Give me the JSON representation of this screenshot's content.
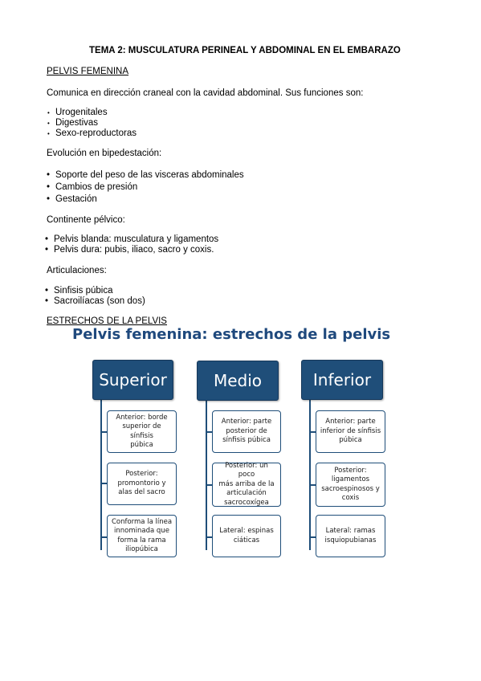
{
  "document": {
    "title": "TEMA 2: MUSCULATURA PERINEAL Y ABDOMINAL EN EL EMBARAZO",
    "section1_heading": "PELVIS FEMENINA",
    "intro": "Comunica en dirección craneal con la cavidad abdominal. Sus funciones son:",
    "functions": [
      "Urogenitales",
      "Digestivas",
      "Sexo-reproductoras"
    ],
    "evolution_heading": "Evolución en bipedestación:",
    "evolution_items": [
      "Soporte del peso de las visceras abdominales",
      "Cambios de presión",
      "Gestación"
    ],
    "continent_heading": "Continente pélvico:",
    "continent_items": [
      "Pelvis blanda: musculatura y ligamentos",
      "Pelvis dura: pubis, iliaco, sacro y coxis."
    ],
    "joints_heading": "Articulaciones:",
    "joints_items": [
      "Sinfisis púbica",
      "Sacroilíacas (son dos)"
    ],
    "section2_heading": "ESTRECHOS DE LA PELVIS"
  },
  "diagram": {
    "cut_title": "Pelvis femenina: estrechos de la pelvis",
    "columns": [
      {
        "header": "Superior",
        "items": [
          "Anterior: borde\nsuperior de sínfisis\npúbica",
          "Posterior:\npromontorio y\nalas del sacro",
          "Conforma la línea\ninnominada que\nforma la rama\niliopúbica"
        ]
      },
      {
        "header": "Medio",
        "items": [
          "Anterior: parte\nposterior de\nsínfisis púbica",
          "Posterior: un poco\nmás arriba de la\narticulación\nsacrocoxígea",
          "Lateral: espinas\nciáticas"
        ]
      },
      {
        "header": "Inferior",
        "items": [
          "Anterior: parte\ninferior de sínfisis\npúbica",
          "Posterior:\nligamentos\nsacroespinosos y\ncoxis",
          "Lateral: ramas\nisquiopubianas"
        ]
      }
    ]
  }
}
